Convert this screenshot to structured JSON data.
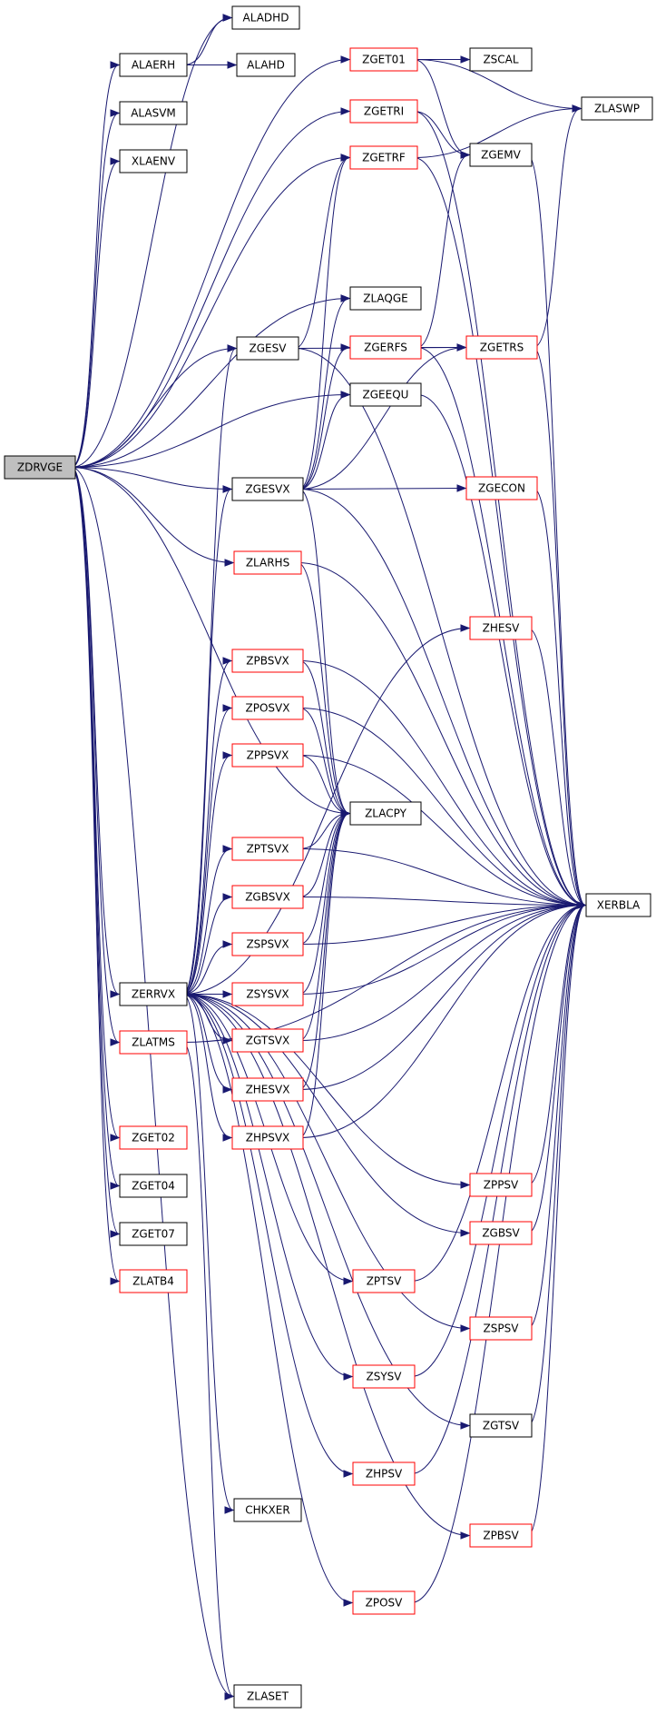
{
  "colors": {
    "edge": "#191970",
    "black_border": "#000000",
    "red_border": "#ff0000",
    "root_fill": "#bfbfbf"
  },
  "nodes": [
    {
      "id": "ZDRVGE",
      "label": "ZDRVGE",
      "style": "root"
    },
    {
      "id": "ALADHD",
      "label": "ALADHD",
      "style": "black"
    },
    {
      "id": "ALAERH",
      "label": "ALAERH",
      "style": "black"
    },
    {
      "id": "ALAHD",
      "label": "ALAHD",
      "style": "black"
    },
    {
      "id": "ALASVM",
      "label": "ALASVM",
      "style": "black"
    },
    {
      "id": "XLAENV",
      "label": "XLAENV",
      "style": "black"
    },
    {
      "id": "ZGET01",
      "label": "ZGET01",
      "style": "red"
    },
    {
      "id": "ZSCAL",
      "label": "ZSCAL",
      "style": "black"
    },
    {
      "id": "ZLASWP",
      "label": "ZLASWP",
      "style": "black"
    },
    {
      "id": "ZGETRI",
      "label": "ZGETRI",
      "style": "red"
    },
    {
      "id": "ZGETRF",
      "label": "ZGETRF",
      "style": "red"
    },
    {
      "id": "ZGEMV",
      "label": "ZGEMV",
      "style": "black"
    },
    {
      "id": "ZLAQGE",
      "label": "ZLAQGE",
      "style": "black"
    },
    {
      "id": "ZGESV",
      "label": "ZGESV",
      "style": "black"
    },
    {
      "id": "ZGERFS",
      "label": "ZGERFS",
      "style": "red"
    },
    {
      "id": "ZGETRS",
      "label": "ZGETRS",
      "style": "red"
    },
    {
      "id": "ZGEEQU",
      "label": "ZGEEQU",
      "style": "black"
    },
    {
      "id": "ZGESVX",
      "label": "ZGESVX",
      "style": "black"
    },
    {
      "id": "ZGECON",
      "label": "ZGECON",
      "style": "red"
    },
    {
      "id": "ZLARHS",
      "label": "ZLARHS",
      "style": "red"
    },
    {
      "id": "ZHESV",
      "label": "ZHESV",
      "style": "red"
    },
    {
      "id": "ZPBSVX",
      "label": "ZPBSVX",
      "style": "red"
    },
    {
      "id": "ZPOSVX",
      "label": "ZPOSVX",
      "style": "red"
    },
    {
      "id": "ZPPSVX",
      "label": "ZPPSVX",
      "style": "red"
    },
    {
      "id": "ZLACPY",
      "label": "ZLACPY",
      "style": "black"
    },
    {
      "id": "ZPTSVX",
      "label": "ZPTSVX",
      "style": "red"
    },
    {
      "id": "ZGBSVX",
      "label": "ZGBSVX",
      "style": "red"
    },
    {
      "id": "XERBLA",
      "label": "XERBLA",
      "style": "black"
    },
    {
      "id": "ZSPSVX",
      "label": "ZSPSVX",
      "style": "red"
    },
    {
      "id": "ZERRVX",
      "label": "ZERRVX",
      "style": "black"
    },
    {
      "id": "ZSYSVX",
      "label": "ZSYSVX",
      "style": "red"
    },
    {
      "id": "ZLATMS",
      "label": "ZLATMS",
      "style": "red"
    },
    {
      "id": "ZGTSVX",
      "label": "ZGTSVX",
      "style": "red"
    },
    {
      "id": "ZHESVX",
      "label": "ZHESVX",
      "style": "red"
    },
    {
      "id": "ZGET02",
      "label": "ZGET02",
      "style": "red"
    },
    {
      "id": "ZHPSVX",
      "label": "ZHPSVX",
      "style": "red"
    },
    {
      "id": "ZPPSV",
      "label": "ZPPSV",
      "style": "red"
    },
    {
      "id": "ZGET04",
      "label": "ZGET04",
      "style": "black"
    },
    {
      "id": "ZGBSV",
      "label": "ZGBSV",
      "style": "red"
    },
    {
      "id": "ZGET07",
      "label": "ZGET07",
      "style": "black"
    },
    {
      "id": "ZLATB4",
      "label": "ZLATB4",
      "style": "red"
    },
    {
      "id": "ZPTSV",
      "label": "ZPTSV",
      "style": "red"
    },
    {
      "id": "ZSPSV",
      "label": "ZSPSV",
      "style": "red"
    },
    {
      "id": "ZSYSV",
      "label": "ZSYSV",
      "style": "red"
    },
    {
      "id": "ZGTSV",
      "label": "ZGTSV",
      "style": "black"
    },
    {
      "id": "ZHPSV",
      "label": "ZHPSV",
      "style": "red"
    },
    {
      "id": "CHKXER",
      "label": "CHKXER",
      "style": "black"
    },
    {
      "id": "ZPBSV",
      "label": "ZPBSV",
      "style": "red"
    },
    {
      "id": "ZPOSV",
      "label": "ZPOSV",
      "style": "red"
    },
    {
      "id": "ZLASET",
      "label": "ZLASET",
      "style": "black"
    }
  ],
  "edges": [
    [
      "ZDRVGE",
      "ALADHD"
    ],
    [
      "ZDRVGE",
      "ALAERH"
    ],
    [
      "ZDRVGE",
      "ALASVM"
    ],
    [
      "ZDRVGE",
      "XLAENV"
    ],
    [
      "ZDRVGE",
      "ZGET01"
    ],
    [
      "ZDRVGE",
      "ZGETRI"
    ],
    [
      "ZDRVGE",
      "ZGETRF"
    ],
    [
      "ZDRVGE",
      "ZGESV"
    ],
    [
      "ZDRVGE",
      "ZLAQGE"
    ],
    [
      "ZDRVGE",
      "ZGEEQU"
    ],
    [
      "ZDRVGE",
      "ZGESVX"
    ],
    [
      "ZDRVGE",
      "ZLARHS"
    ],
    [
      "ZDRVGE",
      "ZLACPY"
    ],
    [
      "ZDRVGE",
      "ZERRVX"
    ],
    [
      "ZDRVGE",
      "ZLATMS"
    ],
    [
      "ZDRVGE",
      "ZGET02"
    ],
    [
      "ZDRVGE",
      "ZGET04"
    ],
    [
      "ZDRVGE",
      "ZGET07"
    ],
    [
      "ZDRVGE",
      "ZLATB4"
    ],
    [
      "ZDRVGE",
      "ZLASET"
    ],
    [
      "ALAERH",
      "ALADHD"
    ],
    [
      "ALAERH",
      "ALAHD"
    ],
    [
      "ZGET01",
      "ZSCAL"
    ],
    [
      "ZGET01",
      "ZLASWP"
    ],
    [
      "ZGET01",
      "ZGEMV"
    ],
    [
      "ZGETRI",
      "ZGEMV"
    ],
    [
      "ZGETRI",
      "XERBLA"
    ],
    [
      "ZGETRF",
      "ZLASWP"
    ],
    [
      "ZGETRF",
      "XERBLA"
    ],
    [
      "ZGEMV",
      "XERBLA"
    ],
    [
      "ZGESV",
      "ZGETRF"
    ],
    [
      "ZGESV",
      "ZGETRS"
    ],
    [
      "ZGESV",
      "XERBLA"
    ],
    [
      "ZGERFS",
      "ZGEMV"
    ],
    [
      "ZGERFS",
      "ZGETRS"
    ],
    [
      "ZGERFS",
      "XERBLA"
    ],
    [
      "ZGETRS",
      "ZLASWP"
    ],
    [
      "ZGETRS",
      "XERBLA"
    ],
    [
      "ZGEEQU",
      "XERBLA"
    ],
    [
      "ZGESVX",
      "ZGETRF"
    ],
    [
      "ZGESVX",
      "ZLAQGE"
    ],
    [
      "ZGESVX",
      "ZGERFS"
    ],
    [
      "ZGESVX",
      "ZGETRS"
    ],
    [
      "ZGESVX",
      "ZGEEQU"
    ],
    [
      "ZGESVX",
      "ZGECON"
    ],
    [
      "ZGESVX",
      "ZLACPY"
    ],
    [
      "ZGESVX",
      "XERBLA"
    ],
    [
      "ZGECON",
      "XERBLA"
    ],
    [
      "ZLARHS",
      "ZLACPY"
    ],
    [
      "ZLARHS",
      "XERBLA"
    ],
    [
      "ZHESV",
      "XERBLA"
    ],
    [
      "ZPBSVX",
      "ZLACPY"
    ],
    [
      "ZPBSVX",
      "XERBLA"
    ],
    [
      "ZPOSVX",
      "ZLACPY"
    ],
    [
      "ZPOSVX",
      "XERBLA"
    ],
    [
      "ZPPSVX",
      "ZLACPY"
    ],
    [
      "ZPPSVX",
      "XERBLA"
    ],
    [
      "ZPTSVX",
      "ZLACPY"
    ],
    [
      "ZPTSVX",
      "XERBLA"
    ],
    [
      "ZGBSVX",
      "ZLACPY"
    ],
    [
      "ZGBSVX",
      "XERBLA"
    ],
    [
      "ZSPSVX",
      "ZLACPY"
    ],
    [
      "ZSPSVX",
      "XERBLA"
    ],
    [
      "ZSYSVX",
      "ZLACPY"
    ],
    [
      "ZSYSVX",
      "XERBLA"
    ],
    [
      "ZGTSVX",
      "ZLACPY"
    ],
    [
      "ZGTSVX",
      "XERBLA"
    ],
    [
      "ZHESVX",
      "ZLACPY"
    ],
    [
      "ZHESVX",
      "XERBLA"
    ],
    [
      "ZHPSVX",
      "ZLACPY"
    ],
    [
      "ZHPSVX",
      "XERBLA"
    ],
    [
      "ZERRVX",
      "ZGESV"
    ],
    [
      "ZERRVX",
      "ZGESVX"
    ],
    [
      "ZERRVX",
      "ZHESV"
    ],
    [
      "ZERRVX",
      "ZPBSVX"
    ],
    [
      "ZERRVX",
      "ZPOSVX"
    ],
    [
      "ZERRVX",
      "ZPPSVX"
    ],
    [
      "ZERRVX",
      "ZPTSVX"
    ],
    [
      "ZERRVX",
      "ZGBSVX"
    ],
    [
      "ZERRVX",
      "ZSPSVX"
    ],
    [
      "ZERRVX",
      "ZSYSVX"
    ],
    [
      "ZERRVX",
      "ZGTSVX"
    ],
    [
      "ZERRVX",
      "ZHESVX"
    ],
    [
      "ZERRVX",
      "ZHPSVX"
    ],
    [
      "ZERRVX",
      "ZPPSV"
    ],
    [
      "ZERRVX",
      "ZGBSV"
    ],
    [
      "ZERRVX",
      "ZPTSV"
    ],
    [
      "ZERRVX",
      "ZSPSV"
    ],
    [
      "ZERRVX",
      "ZSYSV"
    ],
    [
      "ZERRVX",
      "ZGTSV"
    ],
    [
      "ZERRVX",
      "ZHPSV"
    ],
    [
      "ZERRVX",
      "CHKXER"
    ],
    [
      "ZERRVX",
      "ZPBSV"
    ],
    [
      "ZERRVX",
      "ZPOSV"
    ],
    [
      "ZLATMS",
      "ZLASET"
    ],
    [
      "ZLATMS",
      "XERBLA"
    ],
    [
      "ZPPSV",
      "XERBLA"
    ],
    [
      "ZGBSV",
      "XERBLA"
    ],
    [
      "ZPTSV",
      "XERBLA"
    ],
    [
      "ZSPSV",
      "XERBLA"
    ],
    [
      "ZSYSV",
      "XERBLA"
    ],
    [
      "ZGTSV",
      "XERBLA"
    ],
    [
      "ZHPSV",
      "XERBLA"
    ],
    [
      "ZPBSV",
      "XERBLA"
    ],
    [
      "ZPOSV",
      "XERBLA"
    ]
  ]
}
